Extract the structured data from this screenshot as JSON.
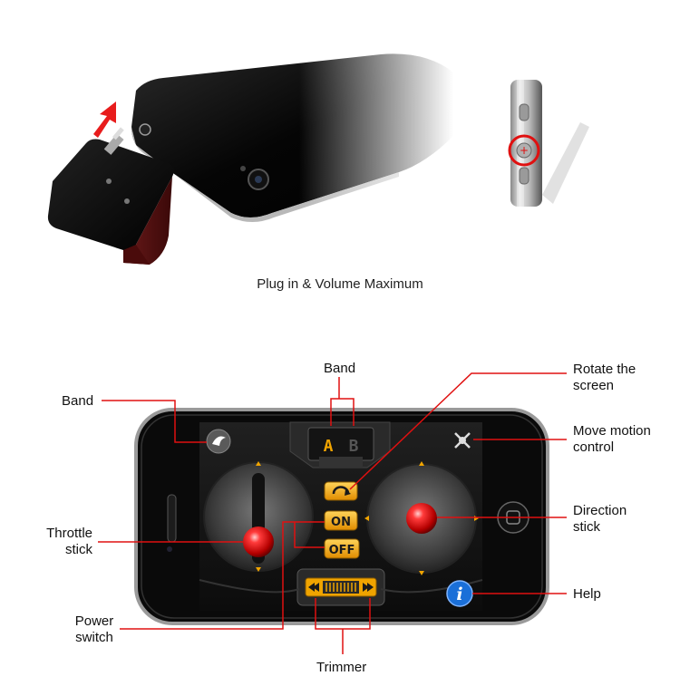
{
  "caption": "Plug in & Volume Maximum",
  "labels": {
    "band_top": "Band",
    "band_left": "Band",
    "rotate": "Rotate the\nscreen",
    "move_motion": "Move motion\ncontrol",
    "throttle": "Throttle\nstick",
    "direction": "Direction\nstick",
    "help": "Help",
    "power": "Power\nswitch",
    "trimmer": "Trimmer"
  },
  "app": {
    "band_a": "A",
    "band_b": "B",
    "on": "ON",
    "off": "OFF",
    "info": "i"
  },
  "colors": {
    "callout": "#e01010",
    "accent": "#f0a400",
    "arrow": "#e81c1c"
  }
}
